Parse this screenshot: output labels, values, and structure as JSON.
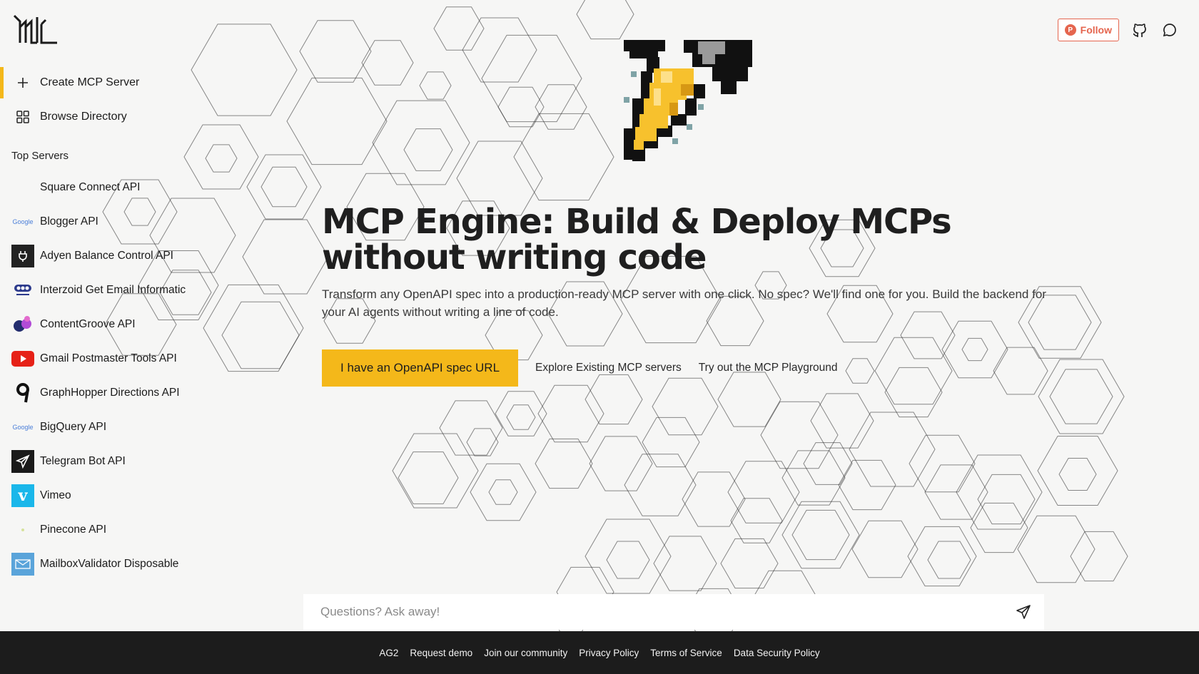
{
  "brand": {
    "logo_icon": "mcp-logo-icon"
  },
  "sidebar": {
    "actions": [
      {
        "label": "Create MCP Server",
        "icon": "plus-icon",
        "active": true
      },
      {
        "label": "Browse Directory",
        "icon": "grid-icon",
        "active": false
      }
    ],
    "section_title": "Top Servers",
    "servers": [
      {
        "label": "Square Connect API",
        "icon": "square-logo-icon"
      },
      {
        "label": "Blogger API",
        "icon": "google-logo-icon",
        "icon_text": "Google"
      },
      {
        "label": "Adyen Balance Control API",
        "icon": "plug-icon"
      },
      {
        "label": "Interzoid Get Email Informatic",
        "icon": "interzoid-logo-icon"
      },
      {
        "label": "ContentGroove API",
        "icon": "contentgroove-logo-icon"
      },
      {
        "label": "Gmail Postmaster Tools API",
        "icon": "youtube-logo-icon"
      },
      {
        "label": "GraphHopper Directions API",
        "icon": "graphhopper-logo-icon"
      },
      {
        "label": "BigQuery API",
        "icon": "google-logo-icon",
        "icon_text": "Google"
      },
      {
        "label": "Telegram Bot API",
        "icon": "telegram-logo-icon"
      },
      {
        "label": "Vimeo",
        "icon": "vimeo-logo-icon"
      },
      {
        "label": "Pinecone API",
        "icon": "pinecone-logo-icon"
      },
      {
        "label": "MailboxValidator Disposable",
        "icon": "mailboxvalidator-logo-icon"
      }
    ]
  },
  "header": {
    "follow_label": "Follow",
    "follow_icon": "producthunt-icon",
    "github_icon": "github-icon",
    "chat_icon": "chat-bubble-icon"
  },
  "hero": {
    "title": "MCP Engine: Build & Deploy MCPs without writing code",
    "subtitle": "Transform any OpenAPI spec into a production-ready MCP server with one click. No spec? We'll find one for you. Build the backend for your AI agents without writing a line of code.",
    "primary_button": "I have an OpenAPI spec URL",
    "link_explore": "Explore Existing MCP servers",
    "link_playground": "Try out the MCP Playground",
    "illustration": "pixel-carrot-icon"
  },
  "ask": {
    "placeholder": "Questions? Ask away!",
    "send_icon": "send-icon"
  },
  "footer": {
    "links": [
      "AG2",
      "Request demo",
      "Join our community",
      "Privacy Policy",
      "Terms of Service",
      "Data Security Policy"
    ]
  },
  "colors": {
    "accent": "#f4b81a",
    "background": "#f6f6f5",
    "footer": "#1c1c1c",
    "follow": "#e5654e"
  }
}
